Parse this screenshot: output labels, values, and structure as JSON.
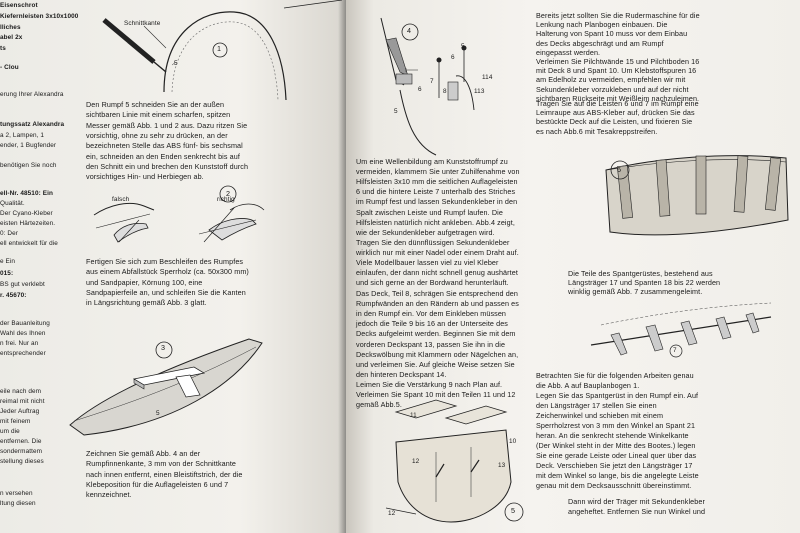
{
  "left_margin": [
    {
      "text": "Eisenschrot",
      "bold": true
    },
    {
      "text": "Kiefernleisten 3x10x1000",
      "bold": true
    },
    {
      "text": "lliches",
      "bold": true
    },
    {
      "text": "abel 2x",
      "bold": true
    },
    {
      "text": "ts",
      "bold": true
    },
    {
      "text": "- Clou",
      "bold": true
    },
    {
      "text": "erung Ihrer Alexandra",
      "bold": false
    },
    {
      "text": "tungssatz Alexandra",
      "bold": true
    },
    {
      "text": "a 2, Lampen, 1",
      "bold": false
    },
    {
      "text": "ender, 1 Bugfender",
      "bold": false
    },
    {
      "text": "benötigen Sie noch",
      "bold": false
    },
    {
      "text": "ell-Nr. 48510: Ein",
      "bold": true
    },
    {
      "text": "Qualität.",
      "bold": false
    },
    {
      "text": "Der Cyano-Kleber",
      "bold": false
    },
    {
      "text": "eisten Härtezeiten.",
      "bold": false
    },
    {
      "text": "0: Der",
      "bold": false
    },
    {
      "text": "ell entwickelt für die",
      "bold": false
    },
    {
      "text": "e Ein",
      "bold": false
    },
    {
      "text": "015:",
      "bold": true
    },
    {
      "text": "BS gut verklebt",
      "bold": false
    },
    {
      "text": "r. 45670:",
      "bold": true
    },
    {
      "text": "der Bauanleitung",
      "bold": false
    },
    {
      "text": "Wahl des Ihnen",
      "bold": false
    },
    {
      "text": "n frei. Nur an",
      "bold": false
    },
    {
      "text": "entsprechender",
      "bold": false
    },
    {
      "text": "eile nach dem",
      "bold": false
    },
    {
      "text": "reimal mit nicht",
      "bold": false
    },
    {
      "text": "Jeder Auftrag",
      "bold": false
    },
    {
      "text": "mit feinem",
      "bold": false
    },
    {
      "text": "um die",
      "bold": false
    },
    {
      "text": "entfernen. Die",
      "bold": false
    },
    {
      "text": "sondermattem",
      "bold": false
    },
    {
      "text": "stellung dieses",
      "bold": false
    },
    {
      "text": "n versehen",
      "bold": false
    },
    {
      "text": "ltung diesen",
      "bold": false
    }
  ],
  "col1": {
    "para1": [
      "Den Rumpf 5 schneiden Sie an der außen",
      "sichtbaren Linie mit einem scharfen, spitzen",
      "Messer gemäß Abb. 1 und 2 aus. Dazu ritzen Sie",
      "vorsichtig, ohne zu sehr zu drücken, an der",
      "bezeichneten Stelle das ABS fünf- bis sechsmal",
      "ein, schneiden an den Enden senkrecht bis auf",
      "den Schnitt ein und brechen den Kunststoff durch",
      "vorsichtiges Hin- und Herbiegen ab."
    ],
    "para2": [
      "Fertigen Sie sich zum Beschleifen des Rumpfes",
      "aus einem Abfallstück Sperrholz (ca. 50x300 mm)",
      "und Sandpapier, Körnung 100, eine",
      "Sandpapierfeile an, und schleifen Sie die Kanten",
      "in Längsrichtung gemäß Abb. 3 glatt."
    ],
    "para3": [
      "Zeichnen Sie gemäß Abb. 4 an der",
      "Rumpfinnenkante, 3 mm von der Schnittkante",
      "nach innen entfernt, einen Bleistiftstrich, der die",
      "Klebeposition für die Auflageleisten 6 und 7",
      "kennzeichnet."
    ]
  },
  "col2": {
    "para1": [
      "Um eine Wellenbildung am Kunststoffrumpf zu",
      "vermeiden, klammern Sie unter Zuhilfenahme von",
      "Hilfsleisten 3x10 mm die seitlichen Auflageleisten",
      "6 und die hintere Leiste 7 unterhalb des Striches",
      "im Rumpf fest und lassen Sekundenkleber in den",
      "Spalt zwischen Leiste und Rumpf laufen. Die",
      "Hilfsleisten natürlich nicht ankleben. Abb.4 zeigt,",
      "wie der Sekundenkleber aufgetragen wird.",
      "Tragen Sie den dünnflüssigen Sekundenkleber",
      "wirklich nur mit einer Nadel oder einem Draht auf.",
      "Viele Modellbauer lassen viel zu viel Kleber",
      "einlaufen, der dann nicht schnell genug aushärtet",
      "und sich gerne an der Bordwand herunterläuft."
    ],
    "para2": [
      "Das Deck, Teil 8, schrägen Sie entsprechend den",
      "Rumpfwänden an den Rändern ab und passen es",
      "in den Rumpf ein. Vor dem Einkleben müssen",
      "jedoch die Teile 9 bis 16 an der Unterseite des",
      "Decks aufgeleimt werden. Beginnen Sie mit dem",
      "vorderen Deckspant 13, passen Sie ihn in die",
      "Deckswölbung mit Klammern oder Nägelchen an,",
      "und verleimen Sie. Auf gleiche Weise setzen Sie",
      "den hinteren Deckspant 14.",
      "Leimen Sie die Verstärkung 9 nach Plan auf.",
      "Verleimen Sie Spant 10 mit den Teilen 11 und 12",
      "gemäß Abb.5."
    ]
  },
  "col3": {
    "para1": [
      "Bereits jetzt sollten Sie die Rudermaschine für die",
      "Lenkung nach Planbogen einbauen. Die",
      "Halterung von Spant 10 muss vor dem Einbau",
      "des Decks abgeschrägt und am Rumpf",
      "eingepasst werden.",
      "Verleimen Sie Pilchtwände 15 und Pilchtboden 16",
      "mit Deck 8 und Spant 10. Um Klebstoffspuren 16",
      "am Edelholz zu vermeiden, empfehlen wir mit",
      "Sekundenkleber vorzukleben und auf der nicht",
      "sichtbaren Rückseite mit Weißleim nachzuleimen."
    ],
    "para2": [
      "Tragen Sie auf die Leisten 6 und 7 im Rumpf eine",
      "Leimraupe aus ABS-Kleber auf, drücken Sie das",
      "bestückte Deck auf die Leisten, und fixieren Sie",
      "es nach Abb.6 mit Tesakreppstreifen."
    ],
    "para3": [
      "Die Teile des Spantgerüstes, bestehend aus",
      "Längsträger 17 und Spanten 18 bis 22 werden",
      "winklig gemäß Abb. 7 zusammengeleimt."
    ],
    "para4": [
      "Betrachten Sie für die folgenden Arbeiten genau",
      "die Abb. A auf Bauplanbogen 1.",
      "Legen Sie das Spantgerüst in den Rumpf ein. Auf",
      "den Längsträger 17 stellen Sie einen",
      "Zeichenwinkel und schieben mit einem",
      "Sperrholzrest von 3 mm den Winkel an Spant 21",
      "heran. An die senkrecht stehende Winkelkante",
      "(Der Winkel steht in der Mitte des Bootes.) legen",
      "Sie eine gerade Leiste oder Lineal quer über das",
      "Deck. Verschieben Sie jetzt den Längsträger 17",
      "mit dem Winkel so lange, bis die angelegte Leiste",
      "genau mit dem Decksausschnitt übereinstimmt."
    ],
    "para5": [
      "Dann wird der Träger mit Sekundenkleber",
      "angeheftet. Entfernen Sie nun Winkel und"
    ]
  },
  "figures": {
    "fig1": {
      "label": "Schnittkante",
      "number": "1",
      "part": "5"
    },
    "fig2": {
      "left_label": "falsch",
      "right_label": "richtig",
      "number": "2"
    },
    "fig3": {
      "number": "3",
      "part": "5"
    },
    "fig4": {
      "number": "4",
      "parts": [
        "5",
        "6",
        "7",
        "8",
        "113",
        "114",
        "5",
        "6"
      ]
    },
    "fig5": {
      "number": "5",
      "parts": [
        "11",
        "10",
        "12",
        "13",
        "12"
      ]
    },
    "fig6": {
      "number": "6"
    },
    "fig7": {
      "number": "7"
    }
  },
  "colors": {
    "paper": "#f4f2ee",
    "ink": "#1a1a1a",
    "background": "#2a2a2a"
  }
}
